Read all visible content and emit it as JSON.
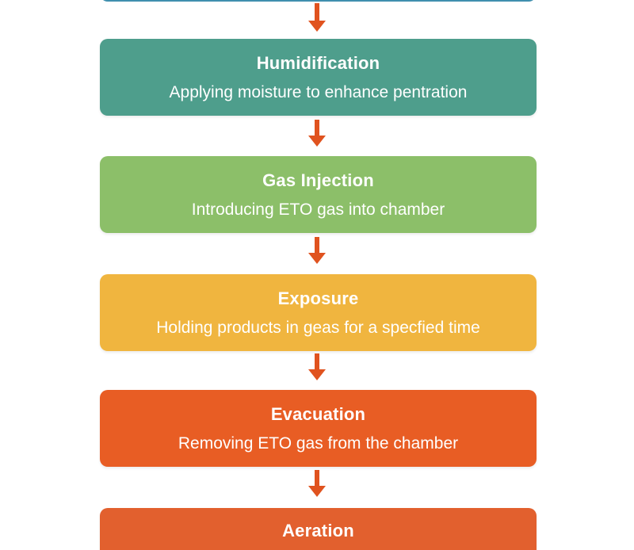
{
  "colors": {
    "top_block": "#3f8fae",
    "humidification": "#4e9e8c",
    "gas_injection": "#8cbf69",
    "exposure": "#f0b53f",
    "evacuation": "#e85d24",
    "aeration": "#e2602e",
    "arrow": "#e0531f"
  },
  "steps": [
    {
      "title": "Humidification",
      "desc": "Applying moisture to enhance pentration"
    },
    {
      "title": "Gas Injection",
      "desc": "Introducing ETO gas into chamber"
    },
    {
      "title": "Exposure",
      "desc": "Holding products in geas for a specfied time"
    },
    {
      "title": "Evacuation",
      "desc": "Removing ETO gas from the chamber"
    },
    {
      "title": "Aeration",
      "desc": ""
    }
  ]
}
